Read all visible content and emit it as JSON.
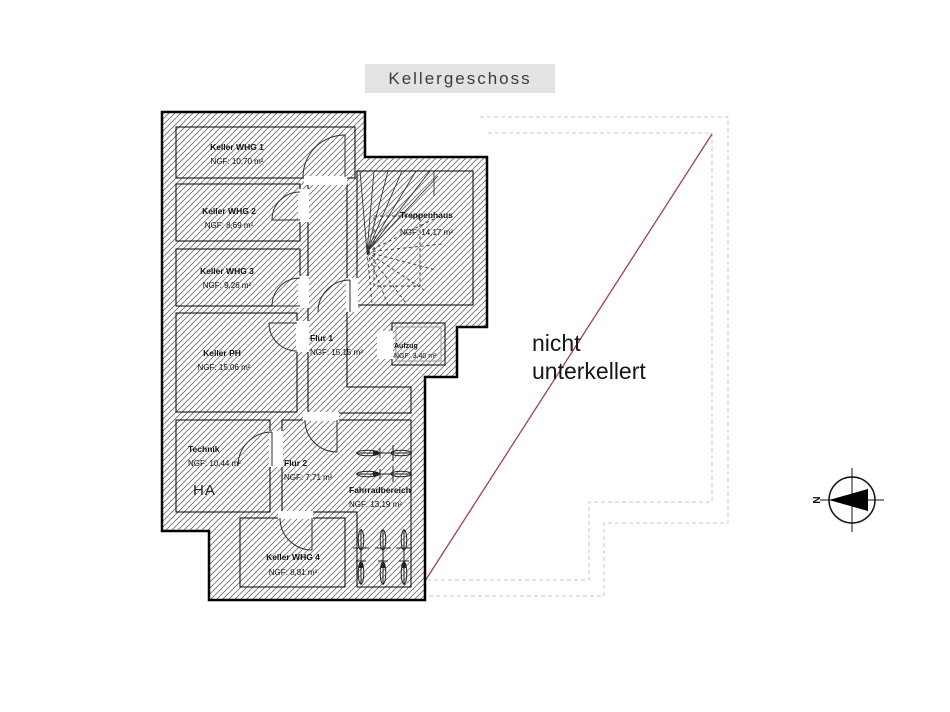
{
  "title": "Kellergeschoss",
  "rooms": [
    {
      "name": "Keller WHG 1",
      "area": "NGF: 10,70 m²",
      "color": "#cde06e"
    },
    {
      "name": "Keller WHG 2",
      "area": "NGF: 8,69 m²",
      "color": "#e9ca5f"
    },
    {
      "name": "Keller WHG 3",
      "area": "NGF: 9,26 m²",
      "color": "#fae6c3"
    },
    {
      "name": "Keller PH",
      "area": "NGF: 15,06 m²",
      "color": "#eec9ea"
    },
    {
      "name": "Technik",
      "area": "NGF: 10,44 m²",
      "color": "#ffffff"
    },
    {
      "name": "Flur 1",
      "area": "NGF: 15,15 m²",
      "color": "#ffffff"
    },
    {
      "name": "Flur 2",
      "area": "NGF: 7,71 m²",
      "color": "#ffffff"
    },
    {
      "name": "Treppenhaus",
      "area": "NGF: 14,17 m²",
      "color": "#ffffff"
    },
    {
      "name": "Aufzug",
      "area": "NGF: 3,40 m²",
      "color": "#ffffff"
    },
    {
      "name": "Fahrradbereich",
      "area": "NGF:  13,19 m²",
      "color": "#ffffff"
    },
    {
      "name": "Keller WHG 4",
      "area": "NGF: 8,81 m²",
      "color": "#dee8c4"
    }
  ],
  "annotations": {
    "ha": "HA",
    "nicht_line1": "nicht",
    "nicht_line2": "unterkellert",
    "north": "N"
  },
  "colors": {
    "red_marker_line": "#9d4446",
    "dashed_outline": "#c8c8c8",
    "title_bg": "#e3e3e3"
  }
}
